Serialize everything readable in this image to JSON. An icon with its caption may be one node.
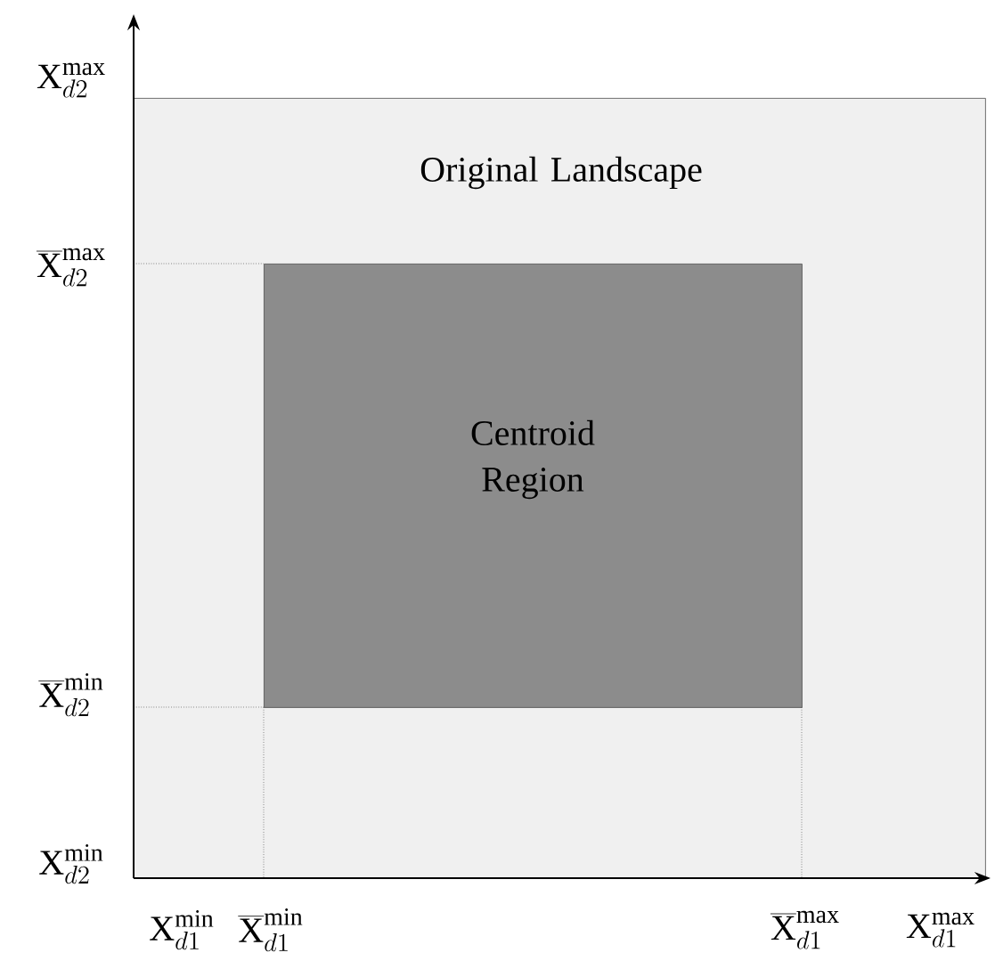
{
  "diagram": {
    "nodes": [
      {
        "text": [
          "Original Landscape"
        ]
      },
      {
        "text": [
          "Centroid Region"
        ],
        "in": 0
      }
    ],
    "labels": [
      "\\mathrm{X}_{d2}^{\\mathrm{max}}",
      "\\overline{\\mathrm{X}}_{d2}^{\\mathrm{max}}",
      "\\overline{\\mathrm{X}}_{d2}^{\\mathrm{min}}",
      "\\mathrm{X}_{d2}^{\\mathrm{min}}",
      "\\mathrm{X}_{d1}^{\\mathrm{min}}",
      "\\overline{\\mathrm{X}}_{d1}^{\\mathrm{min}}",
      "\\overline{\\mathrm{X}}_{d1}^{\\mathrm{max}}",
      "\\mathrm{X}_{d1}^{\\mathrm{max}}"
    ]
  }
}
